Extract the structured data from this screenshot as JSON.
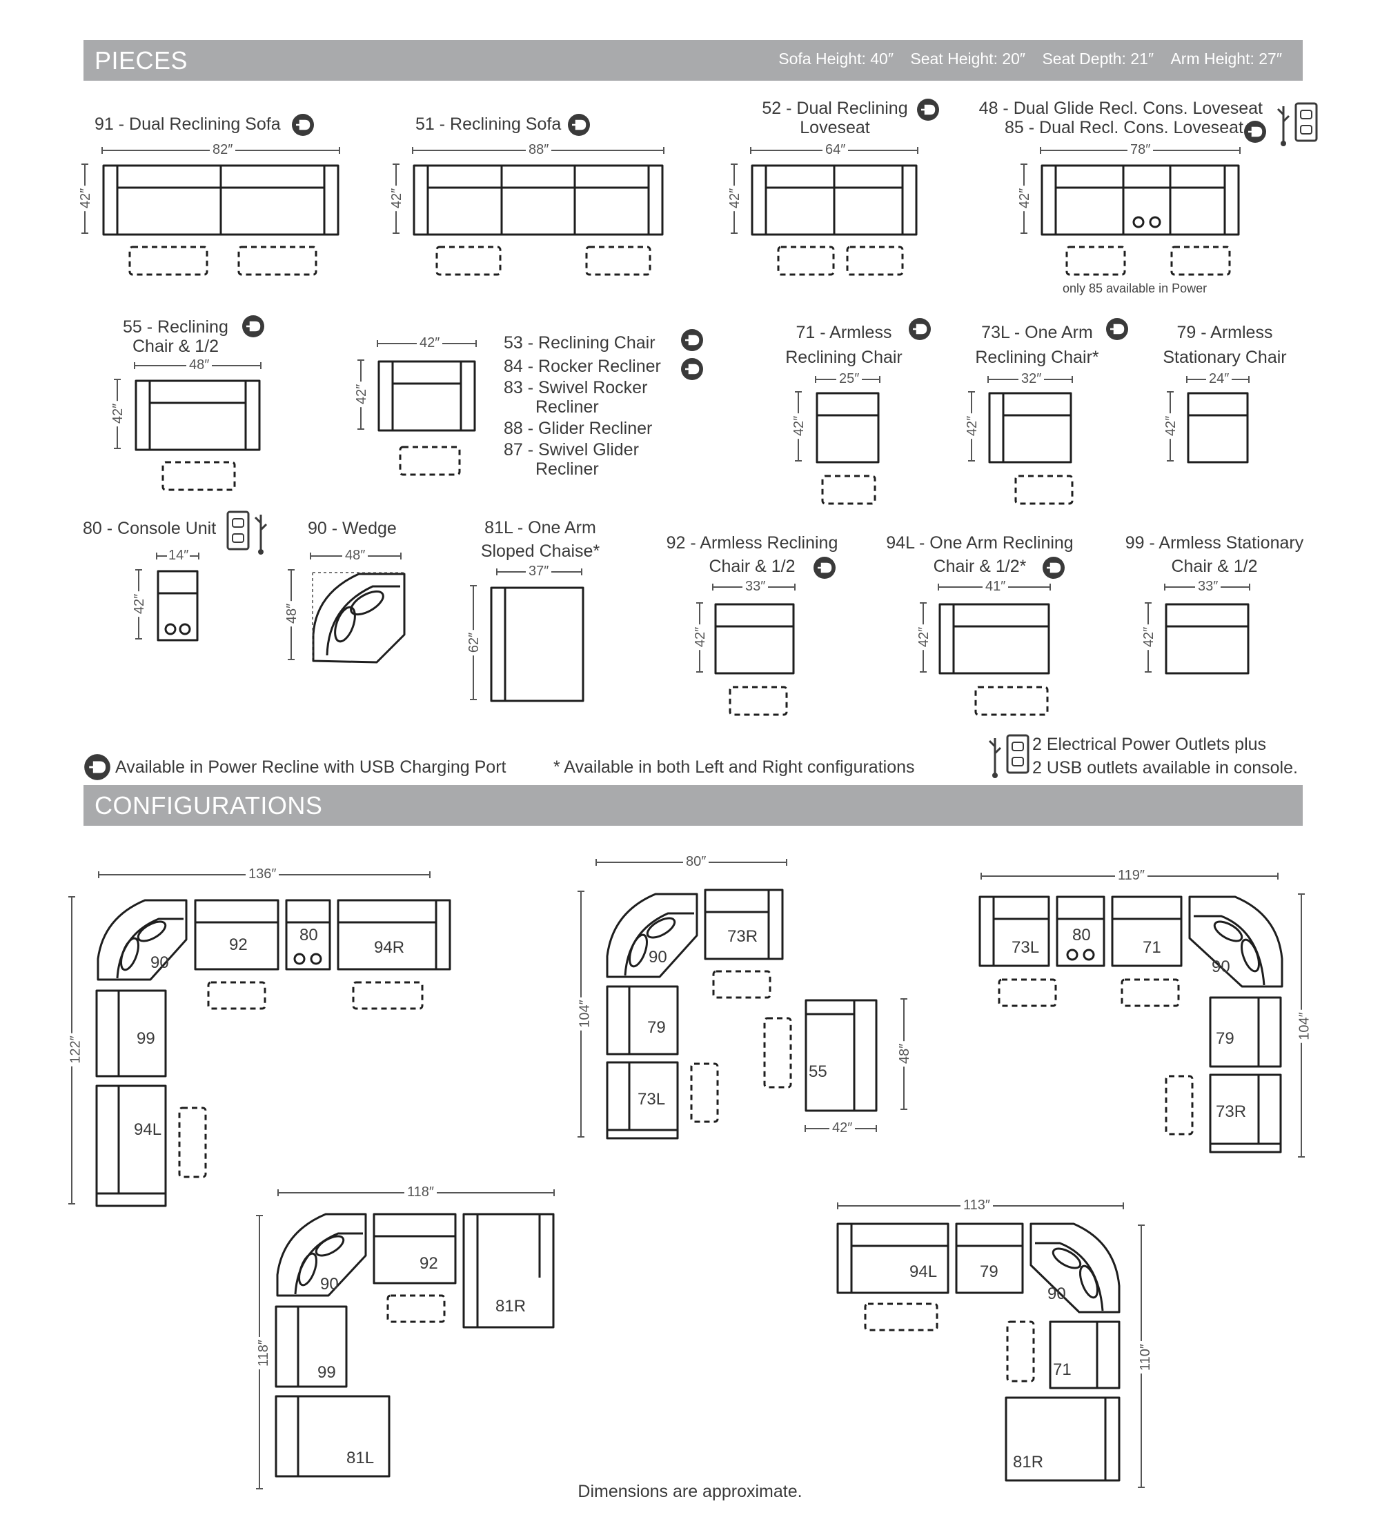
{
  "pieces_header": {
    "title": "PIECES",
    "specs": [
      "Sofa Height: 40″",
      "Seat Height: 20″",
      "Seat Depth: 21″",
      "Arm Height: 27″"
    ]
  },
  "configurations_header": {
    "title": "CONFIGURATIONS"
  },
  "pieces": {
    "p91": {
      "label": "91 - Dual Reclining Sofa",
      "width": "82″",
      "depth": "42″"
    },
    "p51": {
      "label": "51 - Reclining Sofa",
      "width": "88″",
      "depth": "42″"
    },
    "p52": {
      "label_line1": "52 - Dual Reclining",
      "label_line2": "Loveseat",
      "width": "64″",
      "depth": "42″"
    },
    "p48": {
      "label_line1": "48 - Dual Glide Recl. Cons. Loveseat",
      "label_line2": "85 - Dual Recl. Cons. Loveseat",
      "width": "78″",
      "depth": "42″",
      "note": "only 85 available in Power"
    },
    "p55": {
      "label_line1": "55 - Reclining",
      "label_line2": "Chair & 1/2",
      "width": "48″",
      "depth": "42″"
    },
    "pchair": {
      "width": "42″",
      "depth": "42″",
      "lines": [
        "53 - Reclining Chair",
        "84 - Rocker Recliner",
        "83 - Swivel Rocker",
        "Recliner",
        "88 - Glider Recliner",
        "87 - Swivel Glider",
        "Recliner"
      ]
    },
    "p71": {
      "label_line1": "71 - Armless",
      "label_line2": "Reclining Chair",
      "width": "25″",
      "depth": "42″"
    },
    "p73l": {
      "label_line1": "73L - One Arm",
      "label_line2": "Reclining Chair*",
      "width": "32″",
      "depth": "42″"
    },
    "p79": {
      "label_line1": "79 - Armless",
      "label_line2": "Stationary Chair",
      "width": "24″",
      "depth": "42″"
    },
    "p80": {
      "label": "80 - Console Unit",
      "width": "14″",
      "depth": "42″"
    },
    "p90": {
      "label": "90 - Wedge",
      "width": "48″",
      "depth": "48″"
    },
    "p81l": {
      "label_line1": "81L - One Arm",
      "label_line2": "Sloped Chaise*",
      "width": "37″",
      "depth": "62″"
    },
    "p92": {
      "label_line1": "92 - Armless Reclining",
      "label_line2": "Chair & 1/2",
      "width": "33″",
      "depth": "42″"
    },
    "p94l": {
      "label_line1": "94L - One Arm Reclining",
      "label_line2": "Chair & 1/2*",
      "width": "41″",
      "depth": "42″"
    },
    "p99": {
      "label_line1": "99 - Armless Stationary",
      "label_line2": "Chair & 1/2",
      "width": "33″",
      "depth": "42″"
    }
  },
  "legend": {
    "power": "Available in Power Recline with USB Charging Port",
    "both": "* Available in both Left and Right configurations",
    "outlets_line1": "2 Electrical Power Outlets plus",
    "outlets_line2": "2 USB outlets available in console."
  },
  "configs": {
    "c1": {
      "width": "136″",
      "height": "122″",
      "pieces": [
        "90",
        "92",
        "80",
        "94R",
        "99",
        "94L"
      ]
    },
    "c2": {
      "width": "80″",
      "height": "104″",
      "pieces": [
        "90",
        "73R",
        "79",
        "73L",
        "55"
      ],
      "chair_depth": "48″",
      "chair_width": "42″"
    },
    "c3": {
      "width": "119″",
      "height": "104″",
      "pieces": [
        "73L",
        "80",
        "71",
        "90",
        "79",
        "73R"
      ]
    },
    "c4": {
      "width": "118″",
      "height": "118″",
      "pieces": [
        "90",
        "92",
        "81R",
        "99",
        "81L"
      ]
    },
    "c5": {
      "width": "113″",
      "height": "110″",
      "pieces": [
        "94L",
        "79",
        "90",
        "71",
        "81R"
      ]
    }
  },
  "footer": "Dimensions are approximate.",
  "icons": {
    "power": "power-plug-icon",
    "outlet": "outlet-usb-icon"
  }
}
